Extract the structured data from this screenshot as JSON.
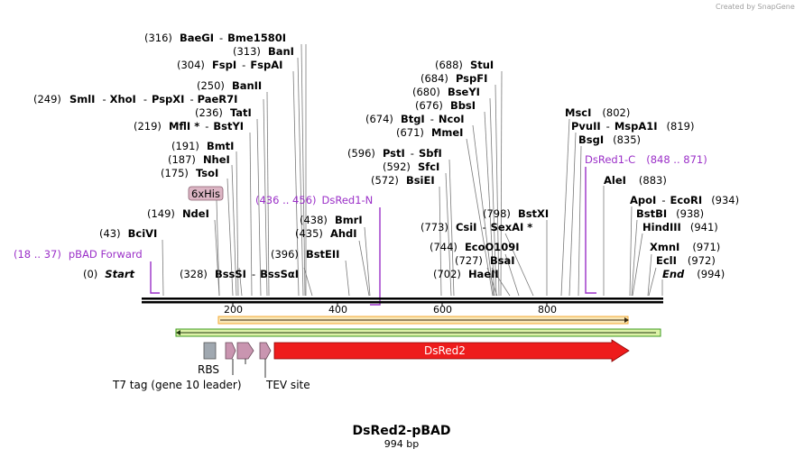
{
  "credit": "Created by SnapGene",
  "title": "DsRed2-pBAD",
  "subtitle": "994 bp",
  "sites": [
    {
      "pos": "(316)",
      "name": "BaeGI",
      "name2": "Bme1580I"
    },
    {
      "pos": "(313)",
      "name": "BanI",
      "name2": ""
    },
    {
      "pos": "(304)",
      "name": "FspI",
      "name2": "FspAI"
    },
    {
      "pos": "(250)",
      "name": "BanII",
      "name2": ""
    },
    {
      "pos": "(249)",
      "name": "SmlI",
      "name2": "XhoI",
      "name3": "PspXI",
      "name4": "PaeR7I"
    },
    {
      "pos": "(236)",
      "name": "TatI",
      "name2": ""
    },
    {
      "pos": "(219)",
      "name": "MflI *",
      "name2": "BstYI"
    },
    {
      "pos": "(191)",
      "name": "BmtI",
      "name2": ""
    },
    {
      "pos": "(187)",
      "name": "NheI",
      "name2": ""
    },
    {
      "pos": "(175)",
      "name": "TsoI",
      "name2": ""
    },
    {
      "pos": "(149)",
      "name": "NdeI",
      "name2": ""
    },
    {
      "pos": "(43)",
      "name": "BciVI",
      "name2": ""
    },
    {
      "pos": "(0)",
      "name": "Start",
      "name2": ""
    },
    {
      "pos": "(328)",
      "name": "BssSI",
      "name2": "BssSαI"
    },
    {
      "pos": "(438)",
      "name": "BmrI",
      "name2": ""
    },
    {
      "pos": "(435)",
      "name": "AhdI",
      "name2": ""
    },
    {
      "pos": "(396)",
      "name": "BstEII",
      "name2": ""
    },
    {
      "pos": "(688)",
      "name": "StuI",
      "name2": ""
    },
    {
      "pos": "(684)",
      "name": "PspFI",
      "name2": ""
    },
    {
      "pos": "(680)",
      "name": "BseYI",
      "name2": ""
    },
    {
      "pos": "(676)",
      "name": "BbsI",
      "name2": ""
    },
    {
      "pos": "(674)",
      "name": "BtgI",
      "name2": "NcoI"
    },
    {
      "pos": "(671)",
      "name": "MmeI",
      "name2": ""
    },
    {
      "pos": "(596)",
      "name": "PstI",
      "name2": "SbfI"
    },
    {
      "pos": "(592)",
      "name": "SfcI",
      "name2": ""
    },
    {
      "pos": "(572)",
      "name": "BsiEI",
      "name2": ""
    },
    {
      "pos": "(798)",
      "name": "BstXI",
      "name2": ""
    },
    {
      "pos": "(773)",
      "name": "CsiI",
      "name2": "SexAI *"
    },
    {
      "pos": "(744)",
      "name": "EcoO109I",
      "name2": ""
    },
    {
      "pos": "(727)",
      "name": "BsaI",
      "name2": ""
    },
    {
      "pos": "(702)",
      "name": "HaeII",
      "name2": ""
    },
    {
      "pos": "(802)",
      "name": "MscI",
      "name2": ""
    },
    {
      "pos": "(819)",
      "name": "PvuII",
      "name2": "MspA1I"
    },
    {
      "pos": "(835)",
      "name": "BsgI",
      "name2": ""
    },
    {
      "pos": "(883)",
      "name": "AleI",
      "name2": ""
    },
    {
      "pos": "(934)",
      "name": "ApoI",
      "name2": "EcoRI"
    },
    {
      "pos": "(938)",
      "name": "BstBI",
      "name2": ""
    },
    {
      "pos": "(941)",
      "name": "HindIII",
      "name2": ""
    },
    {
      "pos": "(971)",
      "name": "XmnI",
      "name2": ""
    },
    {
      "pos": "(972)",
      "name": "EclI",
      "name2": ""
    },
    {
      "pos": "(994)",
      "name": "End",
      "name2": ""
    }
  ],
  "primers": [
    {
      "range": "(18 .. 37)",
      "name": "pBAD Forward"
    },
    {
      "range": "(436 .. 456)",
      "name": "DsRed1-N"
    },
    {
      "name": "DsRed1-C",
      "range": "(848 .. 871)"
    }
  ],
  "ticks": [
    "200",
    "400",
    "600",
    "800"
  ],
  "features": {
    "his_tag": "6xHis",
    "rbs": "RBS",
    "t7": "T7 tag (gene 10 leader)",
    "tev": "TEV site",
    "dsred2": "DsRed2"
  },
  "colors": {
    "primer": "#9b30c8",
    "orf": "#f4a832",
    "orf_fill": "#f8e7b8",
    "green_bar": "#3c9b1e",
    "green_fill": "#ddf2a8",
    "dsred2": "#ee1c1c",
    "tag_fill": "#c995b0",
    "rbs_fill": "#a0a8b0"
  }
}
